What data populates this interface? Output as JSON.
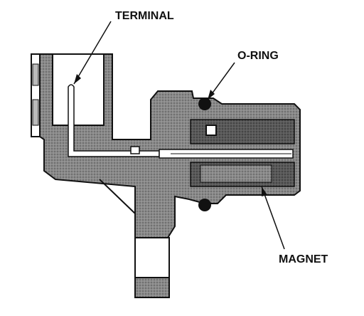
{
  "labels": {
    "terminal": "TERMINAL",
    "o_ring": "O-RING",
    "magnet": "MAGNET"
  },
  "colors": {
    "ink": "#111111",
    "body_fill": "#8a8a8a",
    "dark_fill": "#555555",
    "background": "#ffffff"
  }
}
